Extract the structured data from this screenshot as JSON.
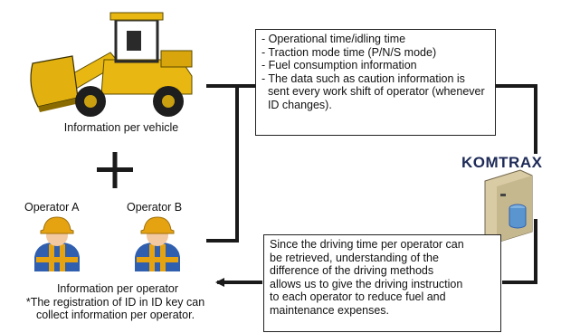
{
  "vehicle": {
    "caption": "Information per vehicle"
  },
  "operators": {
    "a_label": "Operator A",
    "b_label": "Operator B",
    "caption": "Information per operator",
    "note_line1": "*The registration of ID in ID key can",
    "note_line2": "collect information per operator."
  },
  "top_box": {
    "items": [
      "- Operational time/idling time",
      "- Traction mode time (P/N/S mode)",
      "- Fuel consumption information",
      "- The data such as caution information is",
      "  sent every work shift of operator (whenever",
      "  ID changes)."
    ]
  },
  "bottom_box": {
    "lines": [
      "Since the driving time per operator can",
      "be retrieved, understanding of the",
      "difference of the driving methods",
      "allows us to give the driving instruction",
      "to each operator to reduce fuel and",
      "maintenance expenses."
    ]
  },
  "logo": {
    "text": "KOMTRAX"
  },
  "colors": {
    "loader_yellow": "#e8b711",
    "connector": "#1a1a1a",
    "helmet": "#e5a312",
    "overalls": "#2f5fae",
    "server": "#d9cba4",
    "logo_blue": "#1d2a57"
  },
  "icons": [
    "wheel-loader-icon",
    "plus-icon",
    "operator-icon",
    "server-icon",
    "arrow-left-icon"
  ]
}
